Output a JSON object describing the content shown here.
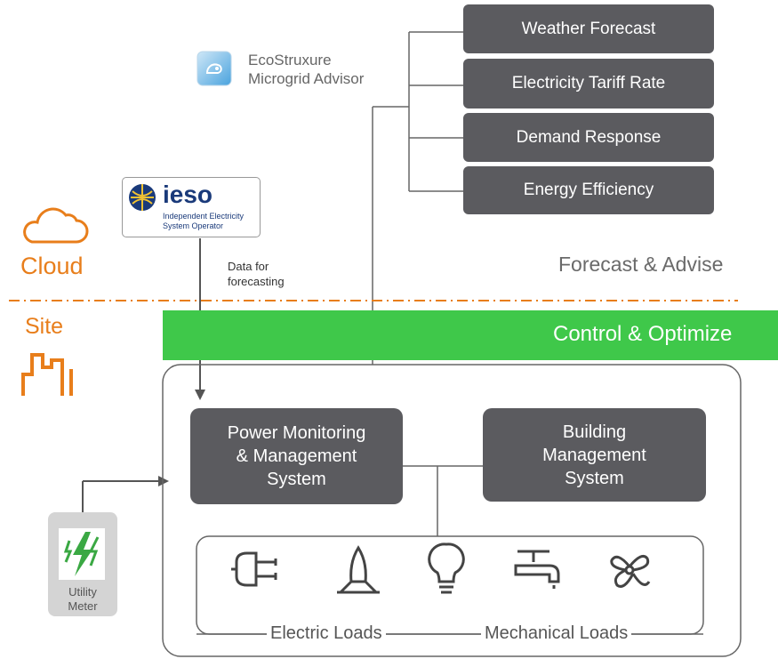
{
  "services": [
    {
      "label": "Weather Forecast"
    },
    {
      "label": "Electricity Tariff Rate"
    },
    {
      "label": "Demand Response"
    },
    {
      "label": "Energy Efficiency"
    }
  ],
  "advisor": {
    "line1": "EcoStruxure",
    "line2": "Microgrid Advisor"
  },
  "ieso": {
    "name": "ieso",
    "line1": "Independent Electricity",
    "line2": "System Operator"
  },
  "cloud_label": "Cloud",
  "site_label": "Site",
  "data_note": {
    "line1": "Data for",
    "line2": "forecasting"
  },
  "forecast_label": "Forecast & Advise",
  "control_label": "Control & Optimize",
  "pmms": {
    "line1": "Power Monitoring",
    "line2": "& Management",
    "line3": "System"
  },
  "bms": {
    "line1": "Building",
    "line2": "Management",
    "line3": "System"
  },
  "meter": {
    "line1": "Utility",
    "line2": "Meter"
  },
  "loads": {
    "electric": "Electric Loads",
    "mechanical": "Mechanical Loads"
  },
  "colors": {
    "accent": "#e87e1b",
    "box": "#5b5b5f",
    "band": "#3fc84a",
    "ieso_blue": "#1a3a7a"
  }
}
